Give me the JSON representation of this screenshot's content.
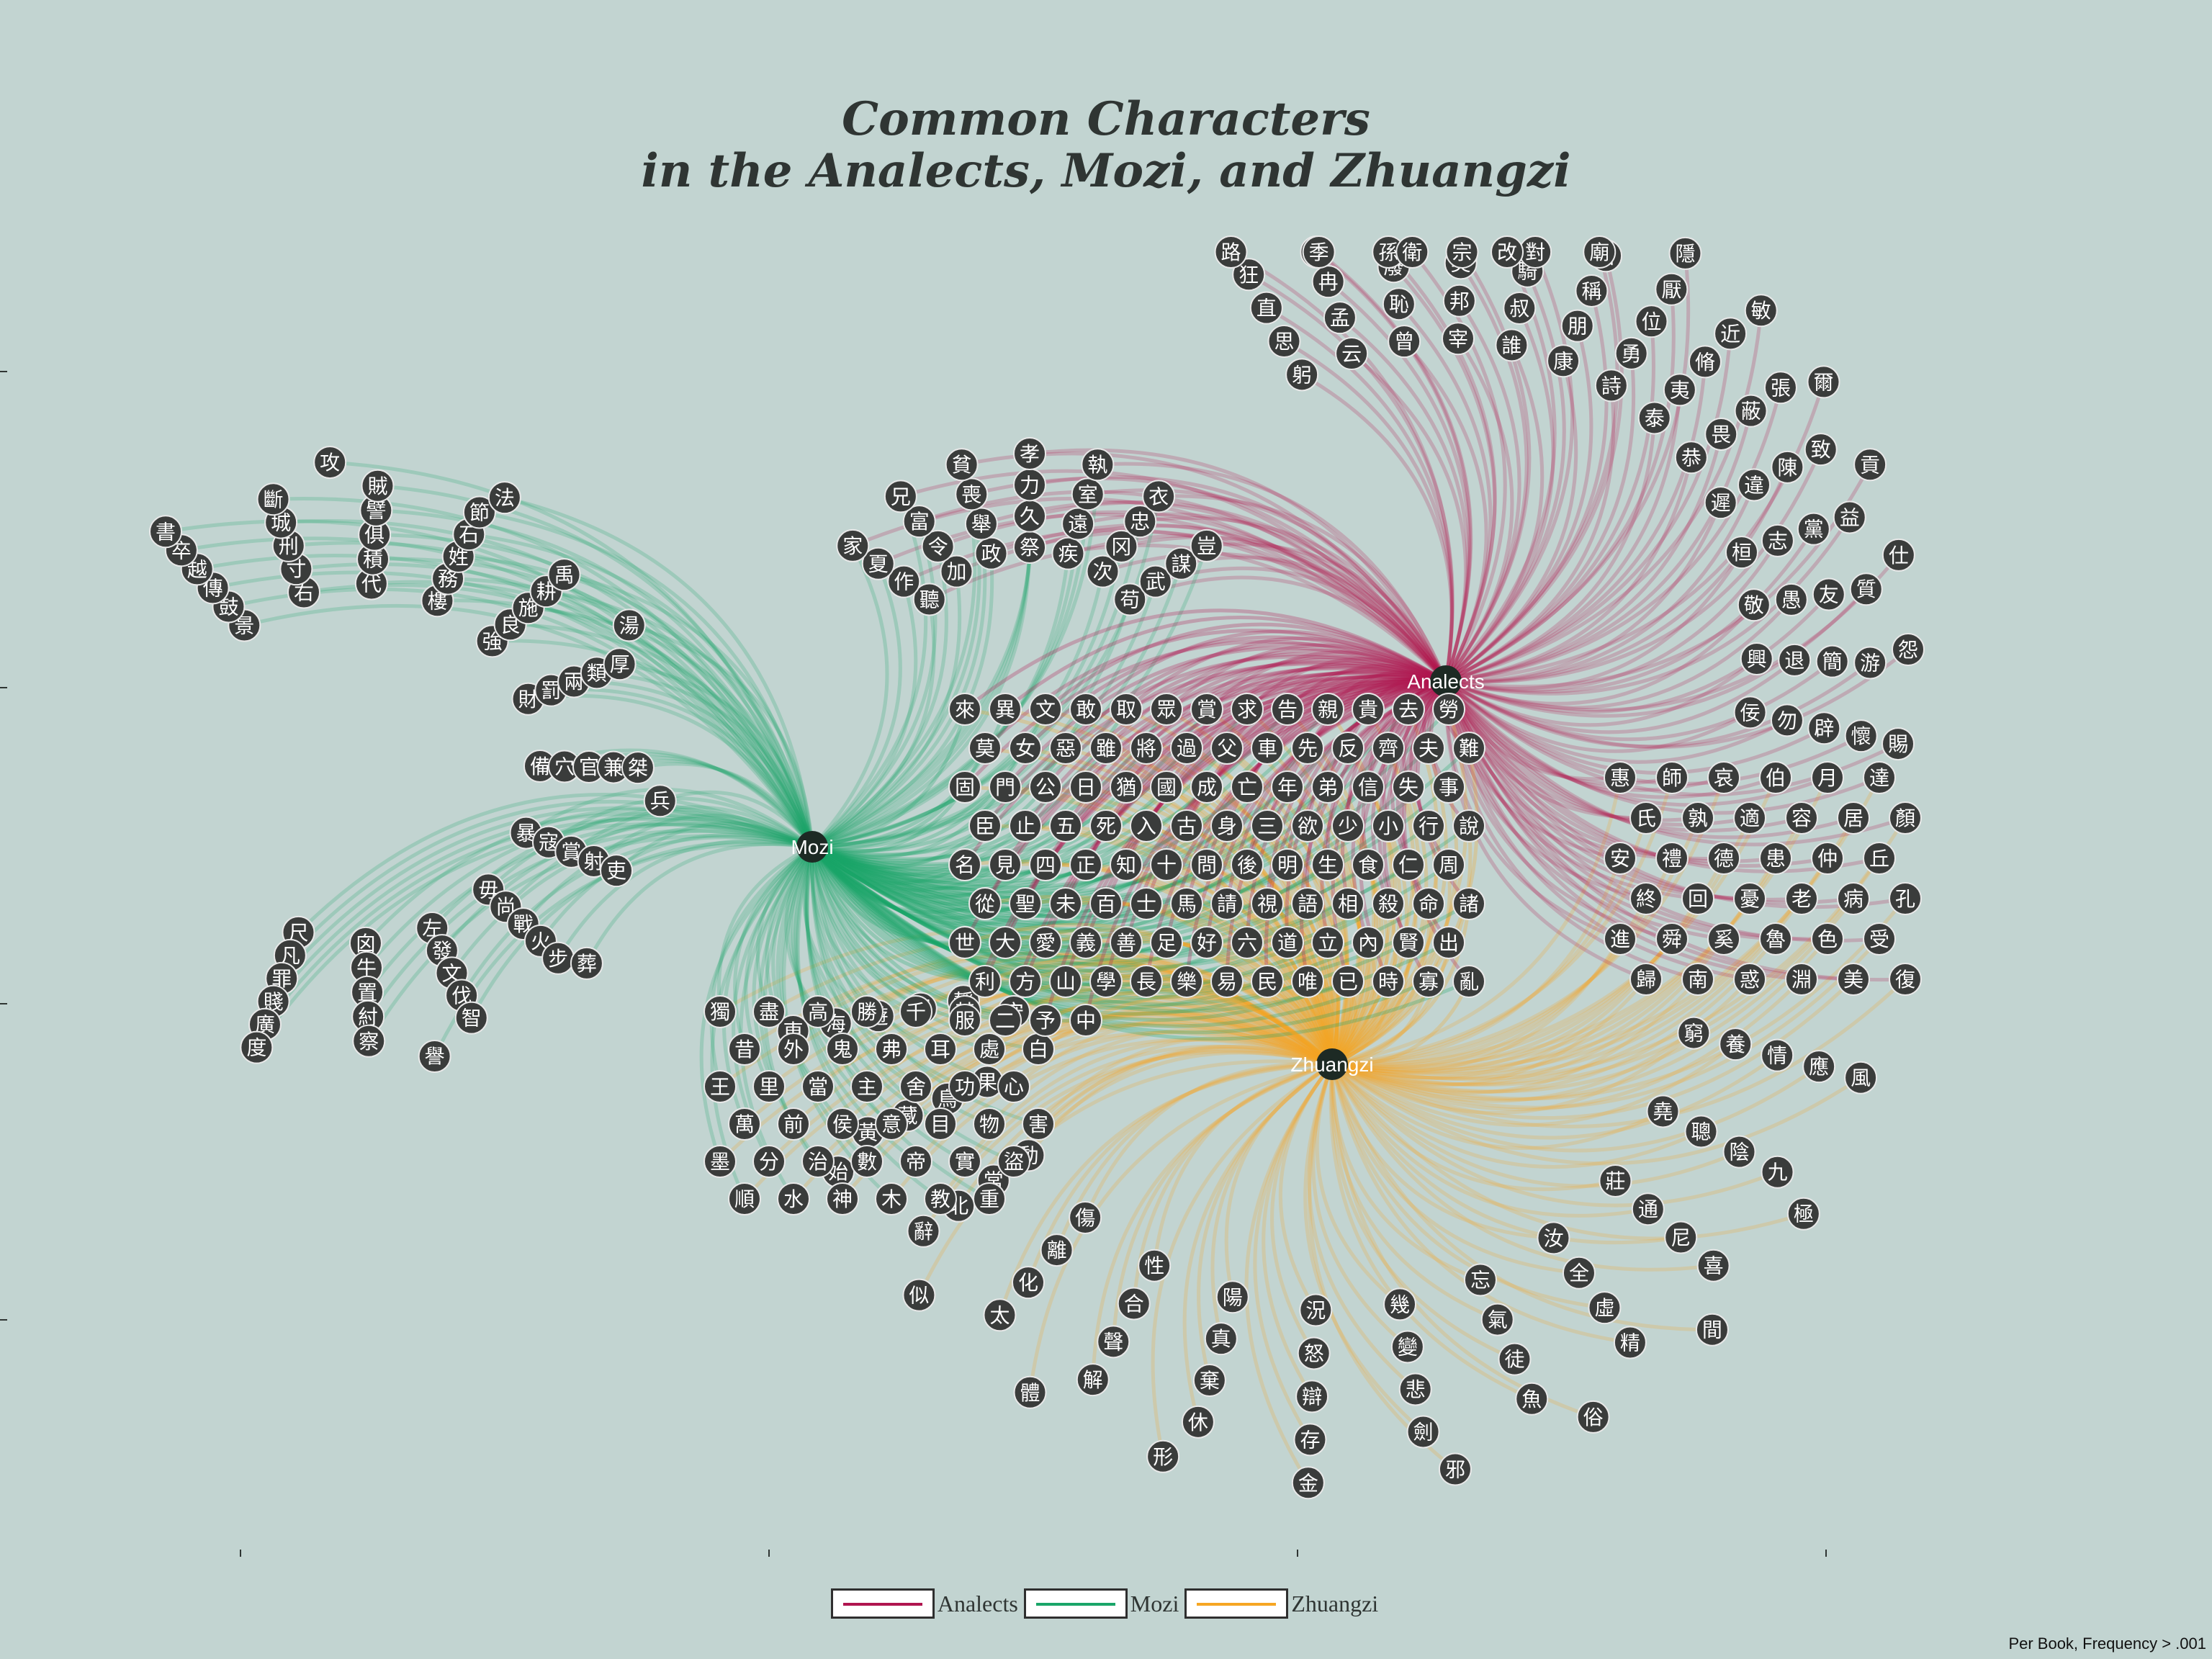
{
  "title": {
    "line1": "Common Characters",
    "line2": "in the Analects, Mozi, and Zhuangzi"
  },
  "footnote": "Per Book, Frequency > .001",
  "legend": [
    {
      "label": "Analects",
      "color": "#b0154f"
    },
    {
      "label": "Mozi",
      "color": "#1aa569"
    },
    {
      "label": "Zhuangzi",
      "color": "#f6a623"
    }
  ],
  "hubs": [
    {
      "label": "Analects",
      "color": "#b0154f"
    },
    {
      "label": "Mozi",
      "color": "#1aa569"
    },
    {
      "label": "Zhuangzi",
      "color": "#f6a623"
    }
  ],
  "colors": {
    "background": "#c2d4d1",
    "node_fill": "#3a3c3b",
    "node_stroke": "#e8e8e8",
    "node_text": "#ffffff"
  },
  "groups": {
    "analects_only": [
      "躬",
      "云",
      "曾",
      "宰",
      "誰",
      "康",
      "詩",
      "泰",
      "恭",
      "遲",
      "桓",
      "敬",
      "興",
      "佞",
      "思",
      "孟",
      "恥",
      "邦",
      "叔",
      "朋",
      "勇",
      "夷",
      "畏",
      "違",
      "志",
      "愚",
      "退",
      "勿",
      "直",
      "冉",
      "廢",
      "樊",
      "騎",
      "稱",
      "位",
      "脩",
      "蔽",
      "陳",
      "黨",
      "友",
      "簡",
      "辟",
      "狂",
      "母",
      "孫",
      "宗",
      "對",
      "召",
      "厭",
      "近",
      "張",
      "致",
      "益",
      "質",
      "游",
      "懷",
      "路",
      "季",
      "衛",
      "改",
      "廟",
      "隱",
      "敏",
      "爾",
      "貢",
      "仕",
      "怨",
      "賜"
    ],
    "mozi_only": [
      "景",
      "右",
      "代",
      "樓",
      "強",
      "財",
      "備",
      "暴",
      "毋",
      "左",
      "囟",
      "尺",
      "鼓",
      "寸",
      "積",
      "務",
      "良",
      "罰",
      "穴",
      "寇",
      "尚",
      "發",
      "牛",
      "凡",
      "傳",
      "刑",
      "俱",
      "姓",
      "施",
      "兩",
      "官",
      "賞",
      "戰",
      "文",
      "置",
      "罪",
      "越",
      "城",
      "譬",
      "石",
      "耕",
      "類",
      "兼",
      "射",
      "火",
      "伐",
      "紂",
      "賤",
      "卒",
      "斷",
      "賊",
      "節",
      "禹",
      "厚",
      "桀",
      "吏",
      "步",
      "智",
      "察",
      "廣",
      "書",
      "攻",
      "法",
      "湯",
      "兵",
      "葬",
      "譽",
      "度"
    ],
    "zhuangzi_only": [
      "窮",
      "堯",
      "莊",
      "汝",
      "忘",
      "幾",
      "況",
      "陽",
      "性",
      "傷",
      "動",
      "果",
      "靜",
      "養",
      "聰",
      "通",
      "全",
      "氣",
      "變",
      "怒",
      "真",
      "合",
      "離",
      "常",
      "鳥",
      "理",
      "情",
      "陰",
      "尼",
      "虛",
      "徒",
      "悲",
      "辯",
      "棄",
      "聲",
      "化",
      "北",
      "藏",
      "遊",
      "應",
      "九",
      "喜",
      "精",
      "魚",
      "劍",
      "存",
      "休",
      "解",
      "太",
      "辭",
      "黃",
      "海",
      "風",
      "極",
      "間",
      "俗",
      "邪",
      "金",
      "形",
      "體",
      "似",
      "始",
      "東"
    ],
    "mozi_analects": [
      "聽",
      "加",
      "政",
      "祭",
      "疾",
      "次",
      "苟",
      "作",
      "令",
      "舉",
      "久",
      "遠",
      "冈",
      "武",
      "夏",
      "富",
      "喪",
      "力",
      "室",
      "忠",
      "謀",
      "家",
      "兄",
      "貧",
      "孝",
      "執",
      "衣",
      "豈"
    ],
    "mozi_zhuangzi": [
      "獨",
      "盡",
      "高",
      "勝",
      "千",
      "甚",
      "守",
      "昔",
      "外",
      "鬼",
      "弗",
      "耳",
      "處",
      "白",
      "王",
      "里",
      "當",
      "主",
      "舍",
      "功",
      "心",
      "萬",
      "前",
      "侯",
      "意",
      "目",
      "物",
      "害",
      "墨",
      "分",
      "治",
      "數",
      "帝",
      "實",
      "盜",
      "順",
      "水",
      "神",
      "木",
      "教",
      "重"
    ],
    "analects_zhuangzi": [
      "惠",
      "師",
      "哀",
      "伯",
      "月",
      "達",
      "氏",
      "孰",
      "適",
      "容",
      "居",
      "顏",
      "安",
      "禮",
      "德",
      "患",
      "仲",
      "丘",
      "終",
      "回",
      "憂",
      "老",
      "病",
      "孔",
      "進",
      "舜",
      "奚",
      "魯",
      "色",
      "受",
      "歸",
      "南",
      "惑",
      "淵",
      "美",
      "復"
    ],
    "all_three": [
      "來",
      "異",
      "文",
      "敢",
      "取",
      "眾",
      "賞",
      "求",
      "告",
      "親",
      "貴",
      "去",
      "勞",
      "莫",
      "女",
      "惡",
      "雖",
      "將",
      "過",
      "父",
      "車",
      "先",
      "反",
      "齊",
      "夫",
      "難",
      "固",
      "門",
      "公",
      "日",
      "猶",
      "國",
      "成",
      "亡",
      "年",
      "弟",
      "信",
      "失",
      "事",
      "臣",
      "止",
      "五",
      "死",
      "入",
      "古",
      "身",
      "三",
      "欲",
      "少",
      "小",
      "行",
      "說",
      "名",
      "見",
      "四",
      "正",
      "知",
      "十",
      "問",
      "後",
      "明",
      "生",
      "食",
      "仁",
      "周",
      "從",
      "聖",
      "未",
      "百",
      "士",
      "馬",
      "請",
      "視",
      "語",
      "相",
      "殺",
      "命",
      "諸",
      "世",
      "大",
      "愛",
      "義",
      "善",
      "足",
      "好",
      "六",
      "道",
      "立",
      "內",
      "賢",
      "出",
      "利",
      "方",
      "山",
      "學",
      "長",
      "樂",
      "易",
      "民",
      "唯",
      "已",
      "時",
      "寡",
      "亂",
      "服",
      "二",
      "予",
      "中"
    ]
  }
}
